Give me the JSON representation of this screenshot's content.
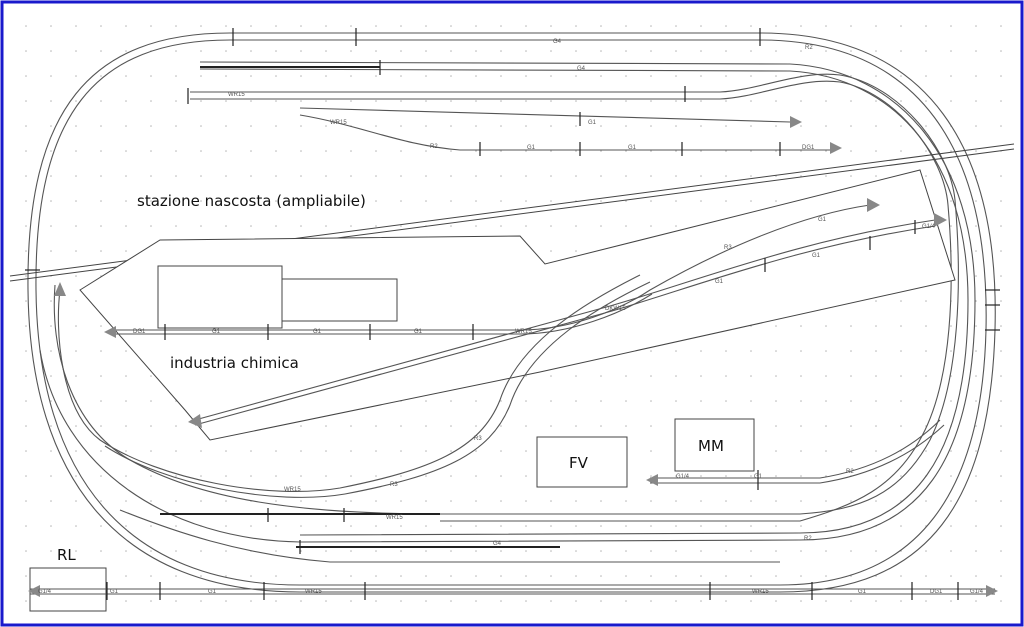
{
  "labels": {
    "hidden_station": "stazione nascosta (ampliabile)",
    "chemical_industry": "industria chimica",
    "fv": "FV",
    "mm": "MM",
    "rl": "RL"
  },
  "piece_labels": {
    "top_g4": "G4",
    "top_r2": "R2",
    "top_wr15a": "WR15",
    "top_wr15b": "WR15",
    "r_top_a": "R2",
    "top_g4b": "G4",
    "g1_a": "G1",
    "g1_b": "G1",
    "g1_c": "G1",
    "dg1_top": "DG1",
    "ind_dg1": "DG1",
    "ind_g1a": "G1",
    "ind_g1b": "G1",
    "ind_g1c": "G1",
    "ind_wr15": "WR15",
    "dkw15": "DKW15",
    "r3_mid": "R3",
    "g1_ur": "G1",
    "g1_ur2": "G1",
    "g1_ur3": "G1",
    "g1_4_ur": "G1/4",
    "g1_4_left_mm": "G1/4",
    "g1_mm": "G1",
    "r2_mm": "R2",
    "r3_low": "R3",
    "r3_low2": "R3",
    "wr15_low": "WR15",
    "wr15_low2": "WR15",
    "g4_bottom": "G4",
    "r2_bottom": "R2",
    "bot_g1_4_l": "G1/4",
    "bot_g1a": "G1",
    "bot_g1b": "G1",
    "bot_wr15a": "WR15",
    "bot_wr15b": "WR15",
    "bot_g1c": "G1",
    "bot_dg1": "DG1",
    "bot_g1_4_r": "G1/4"
  }
}
